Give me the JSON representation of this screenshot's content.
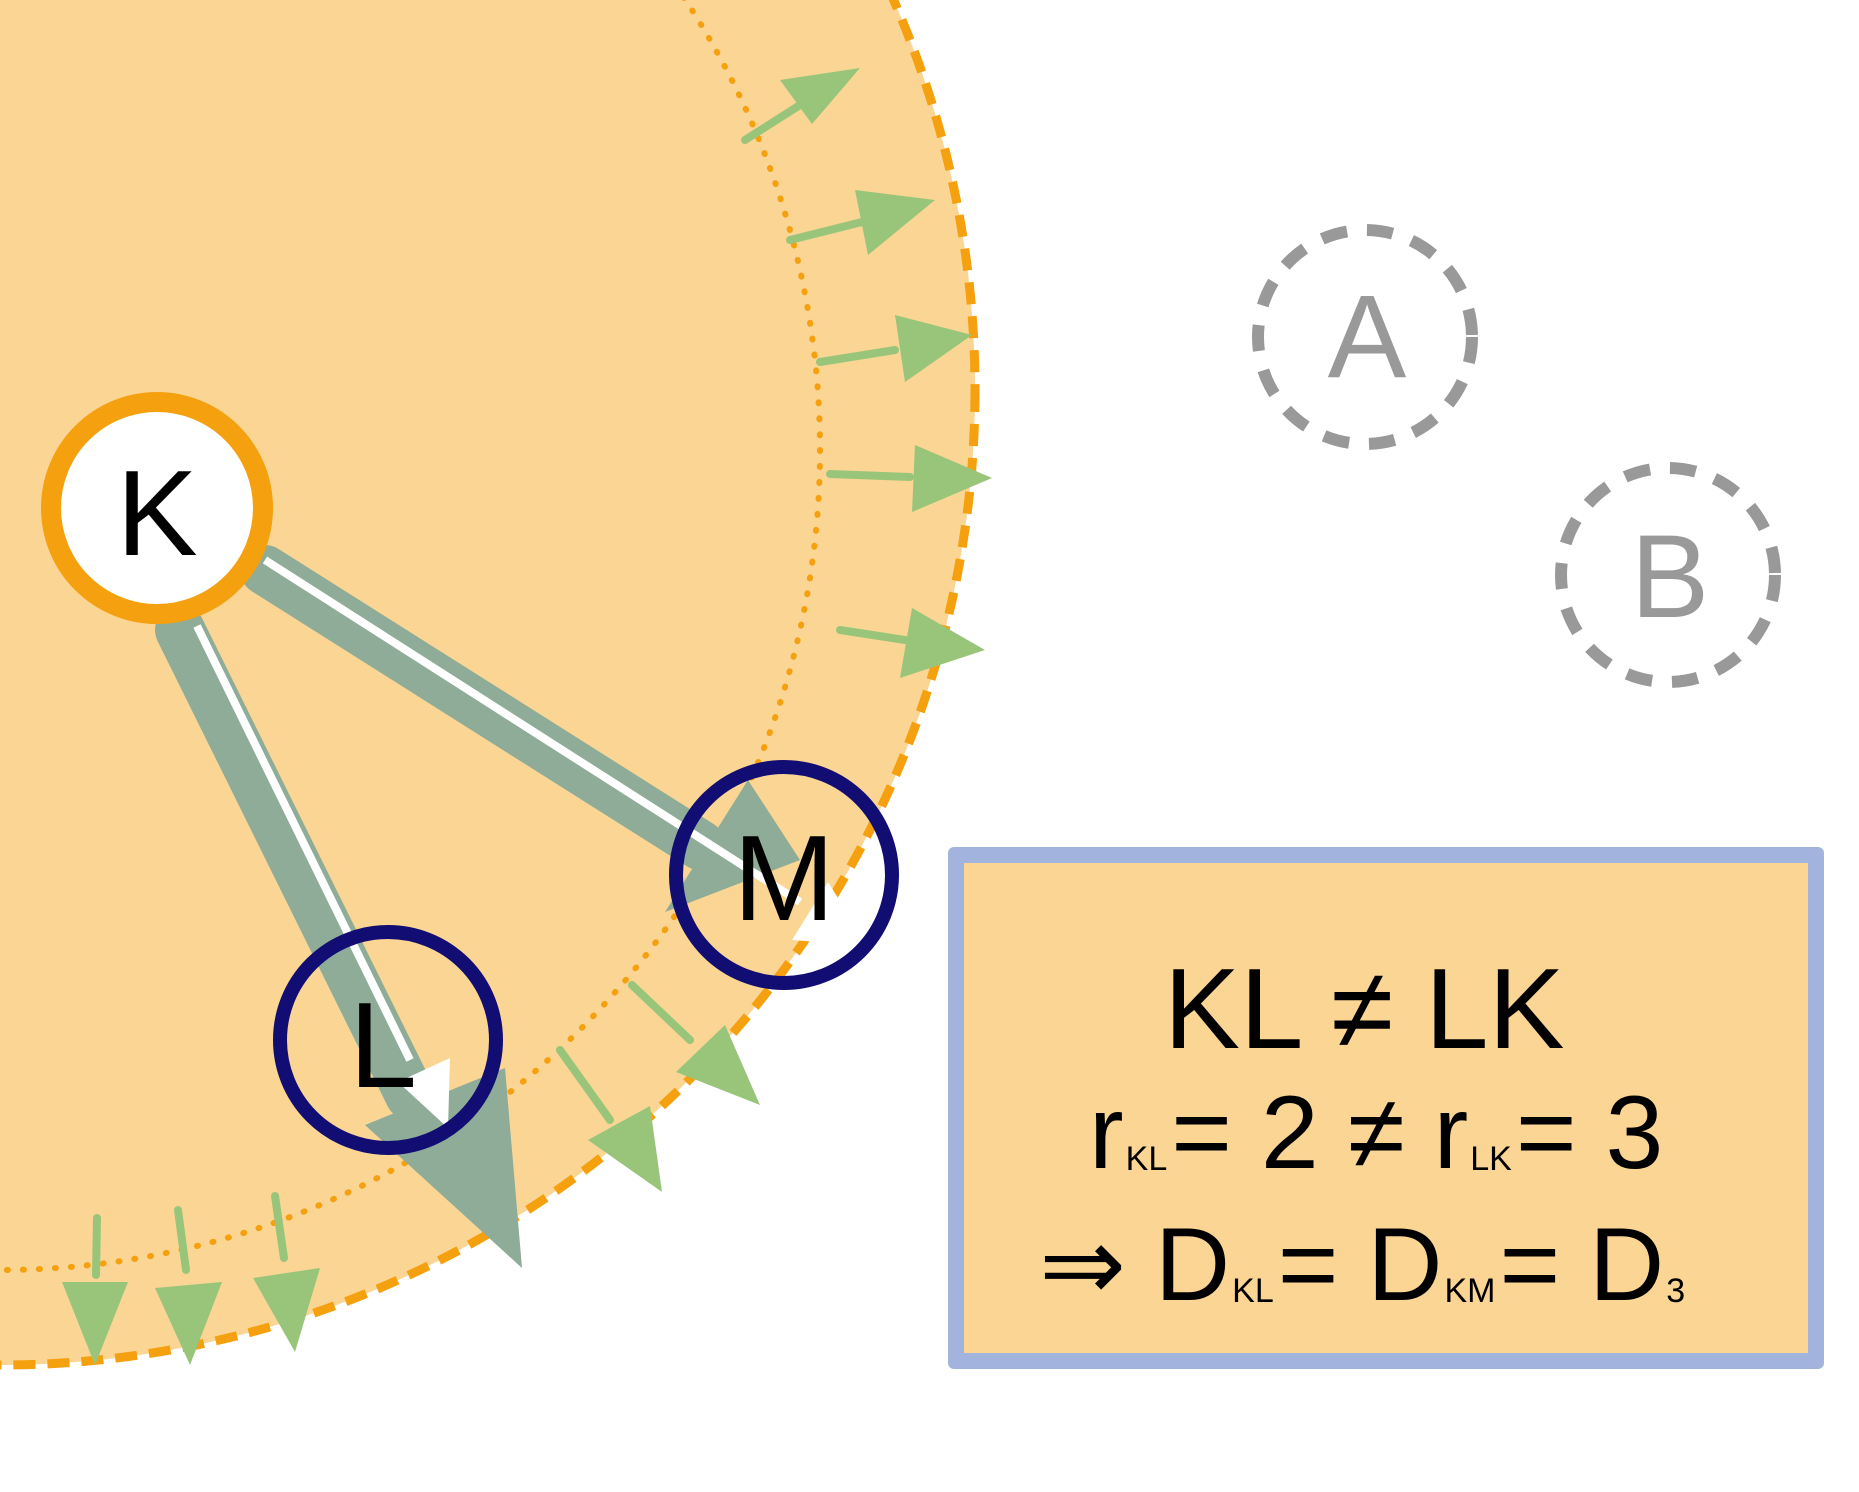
{
  "nodes": {
    "k": "K",
    "l": "L",
    "m": "M",
    "a": "A",
    "b": "B"
  },
  "equations": {
    "line1": "KL ≠ LK",
    "line2": {
      "r1": "r",
      "r1_sub": "KL",
      "mid": "= 2 ≠ ",
      "r2": "r",
      "r2_sub": "LK",
      "end": "= 3"
    },
    "line3": {
      "prefix": "⇒ D",
      "d1_sub": "KL",
      "mid1": "= D",
      "d2_sub": "KM",
      "mid2": "= D",
      "d3_sub": "3"
    }
  },
  "colors": {
    "region_fill": "#fad594",
    "boundary_orange": "#f5a00f",
    "node_k_ring": "#f5a00f",
    "node_lm_ring": "#120d72",
    "edge_fill": "#8fac98",
    "growth_arrow": "#99c57a",
    "inactive_node": "#999999",
    "box_border": "#a2b4de"
  }
}
